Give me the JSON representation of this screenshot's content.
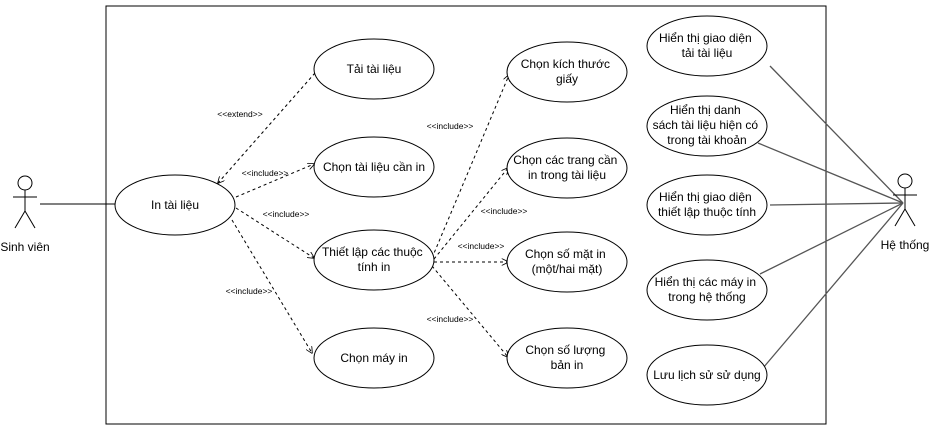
{
  "actors": {
    "student": "Sinh viên",
    "system": "Hệ thống"
  },
  "use_cases": {
    "upload": [
      "Tải tài liệu"
    ],
    "choose_doc": [
      "Chọn tài liệu cần in"
    ],
    "print": [
      "In tài liệu"
    ],
    "set_props": [
      "Thiết lập các thuộc",
      "tính in"
    ],
    "choose_printer": [
      "Chọn máy in"
    ],
    "paper_size": [
      "Chọn kích thước",
      "giấy"
    ],
    "pages": [
      "Chọn các trang cần",
      "in trong tài liệu"
    ],
    "sides": [
      "Chọn số mặt in",
      "(một/hai mặt)"
    ],
    "copies": [
      "Chọn số lượng",
      "bản in"
    ],
    "show_upload_ui": [
      "Hiển thị giao diện",
      "tải tài liệu"
    ],
    "show_doc_list": [
      "Hiển thị danh",
      "sách tài liệu hiện có",
      "trong tài khoản"
    ],
    "show_props_ui": [
      "Hiển thị giao diện",
      "thiết lập thuộc tính"
    ],
    "show_printers": [
      "Hiển thị các máy in",
      "trong hệ thống"
    ],
    "save_history": [
      "Lưu lịch sử sử dụng"
    ]
  },
  "relations": {
    "extend": "<<extend>>",
    "include": "<<include>>"
  },
  "colors": {
    "stroke": "#000000",
    "line": "#555555",
    "background": "#ffffff"
  }
}
